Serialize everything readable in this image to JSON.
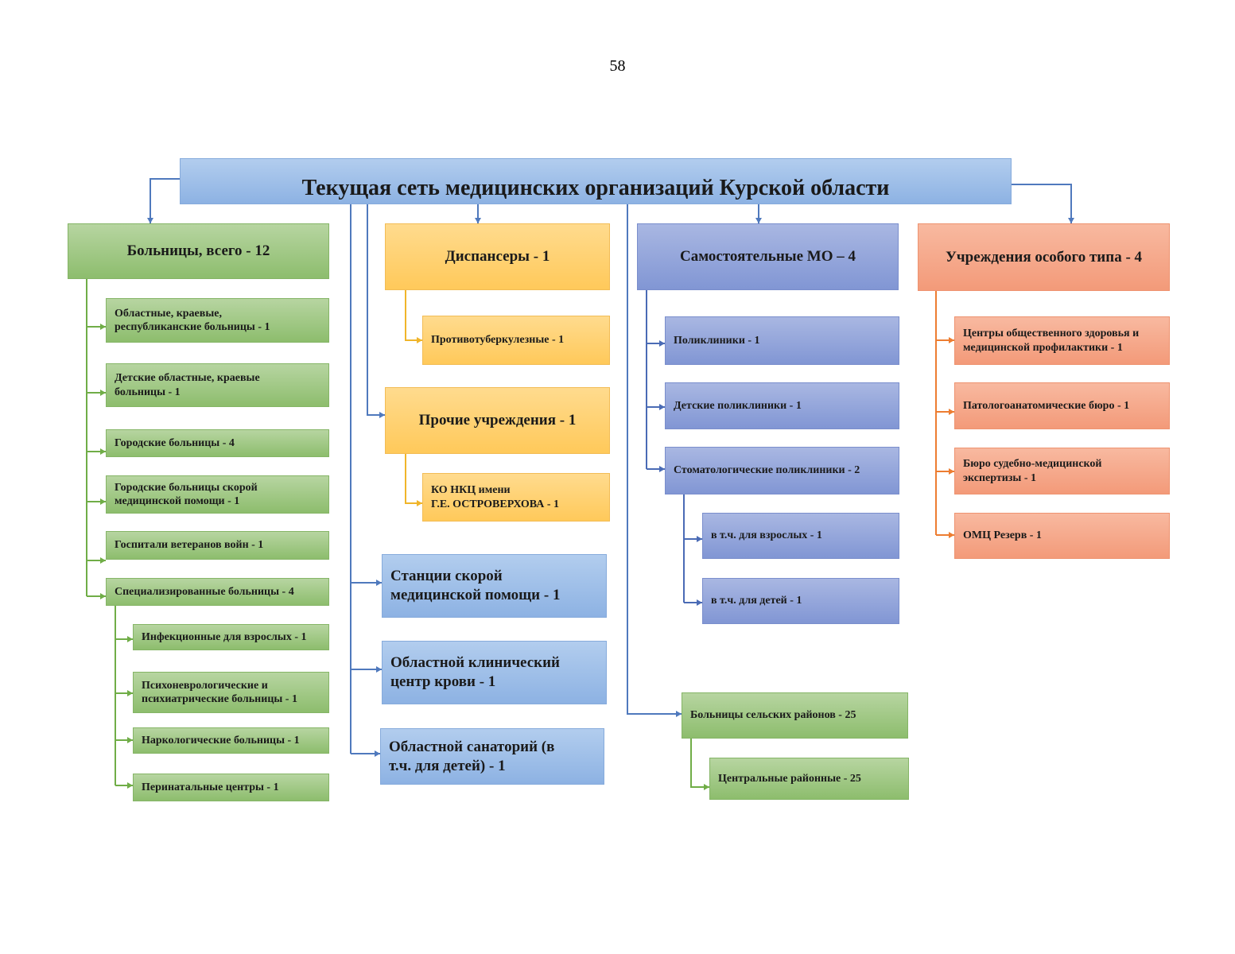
{
  "page_number": "58",
  "title": "Текущая сеть медицинских организаций Курской области",
  "colors": {
    "green": "#9cc77f",
    "yellow": "#ffd070",
    "purple": "#8c9fd8",
    "orange": "#f5a684",
    "blue": "#9cbde8",
    "blue_line": "#4f79bd",
    "green_line": "#70ad47",
    "yellow_line": "#f0b52a",
    "purple_line": "#4a6bb5",
    "orange_line": "#ed7d31"
  },
  "hospitals": {
    "label": "Больницы, всего - 12",
    "items": [
      "Областные, краевые,\nреспубликанские больницы - 1",
      "Детские областные, краевые\nбольницы - 1",
      "Городские больницы - 4",
      "Городские больницы скорой\nмедицинской помощи - 1",
      "Госпитали ветеранов войн - 1",
      "Специализированные больницы - 4"
    ],
    "specialized": [
      "Инфекционные для взрослых - 1",
      "Психоневрологические и\nпсихиатрические больницы - 1",
      "Наркологические больницы - 1",
      "Перинатальные центры - 1"
    ]
  },
  "dispensaries": {
    "label": "Диспансеры - 1",
    "items": [
      "Противотуберкулезные - 1"
    ]
  },
  "other": {
    "label": "Прочие учреждения - 1",
    "items": [
      "КО НКЦ имени\nГ.Е. ОСТРОВЕРХОВА - 1"
    ]
  },
  "standalone_blue": [
    "Станции скорой\nмедицинской помощи - 1",
    "Областной клинический\nцентр крови - 1",
    "Областной санаторий (в\nт.ч. для детей) - 1"
  ],
  "independent_mo": {
    "label": "Самостоятельные МО – 4",
    "items": [
      "Поликлиники - 1",
      "Детские поликлиники - 1",
      "Стоматологические поликлиники - 2"
    ],
    "dental_sub": [
      "в т.ч. для взрослых - 1",
      "в т.ч. для детей - 1"
    ]
  },
  "rural": {
    "label": "Больницы сельских районов - 25",
    "items": [
      "Центральные районные - 25"
    ]
  },
  "special": {
    "label": "Учреждения особого типа - 4",
    "items": [
      "Центры общественного здоровья и\nмедицинской профилактики - 1",
      "Патологоанатомические бюро - 1",
      "Бюро судебно-медицинской\nэкспертизы - 1",
      "ОМЦ Резерв - 1"
    ]
  }
}
